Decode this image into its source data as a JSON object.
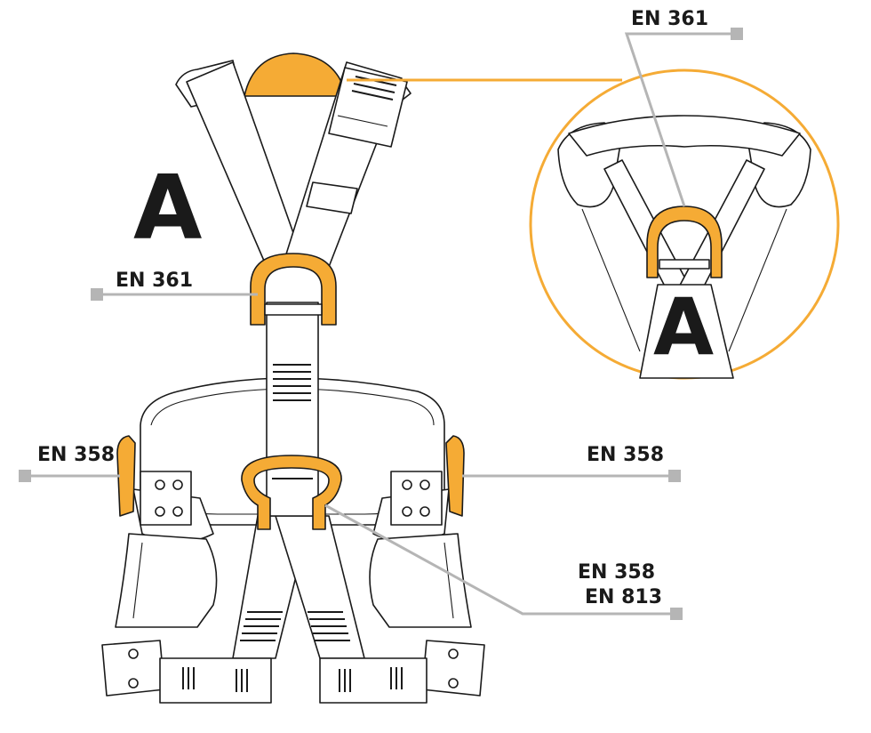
{
  "colors": {
    "accent": "#f5ab35",
    "leader": "#b5b5b5",
    "ink": "#1a1a1a"
  },
  "labels": {
    "detail_top": "EN 361",
    "front_attachment": "EN 361",
    "left_side": "EN 358",
    "right_side": "EN 358",
    "ventral_line1": "EN 358",
    "ventral_line2": "EN 813"
  },
  "markers": {
    "main": "A",
    "detail": "A"
  }
}
